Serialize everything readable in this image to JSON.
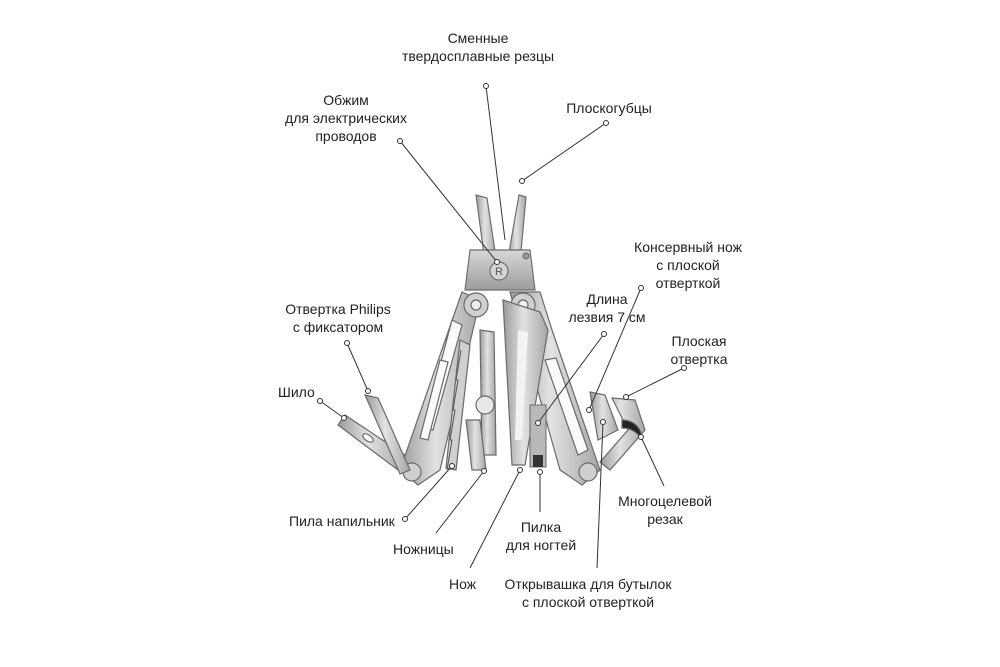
{
  "labels": {
    "replaceable_cutters": [
      "Сменные",
      "твердосплавные резцы"
    ],
    "pliers": [
      "Плоскогубцы"
    ],
    "crimper": [
      "Обжим",
      "для электрических",
      "проводов"
    ],
    "can_opener": [
      "Консервный нож",
      "с плоской",
      "отверткой"
    ],
    "blade_length": [
      "Длина",
      "лезвия 7 см"
    ],
    "phillips": [
      "Отвертка Philips",
      "с фиксатором"
    ],
    "flat_screwdriver": [
      "Плоская",
      "отвертка"
    ],
    "awl": [
      "Шило"
    ],
    "multi_cutter": [
      "Многоцелевой",
      "резак"
    ],
    "saw_file": [
      "Пила напильник"
    ],
    "scissors": [
      "Ножницы"
    ],
    "nail_file": [
      "Пилка",
      "для ногтей"
    ],
    "knife": [
      "Нож"
    ],
    "bottle_opener": [
      "Открывашка для бутылок",
      "с плоской отверткой"
    ]
  },
  "logo": "R",
  "colors": {
    "steel": "#c9c9c9",
    "steel_dark": "#8e8e8e",
    "line": "#333333",
    "text": "#222222"
  }
}
